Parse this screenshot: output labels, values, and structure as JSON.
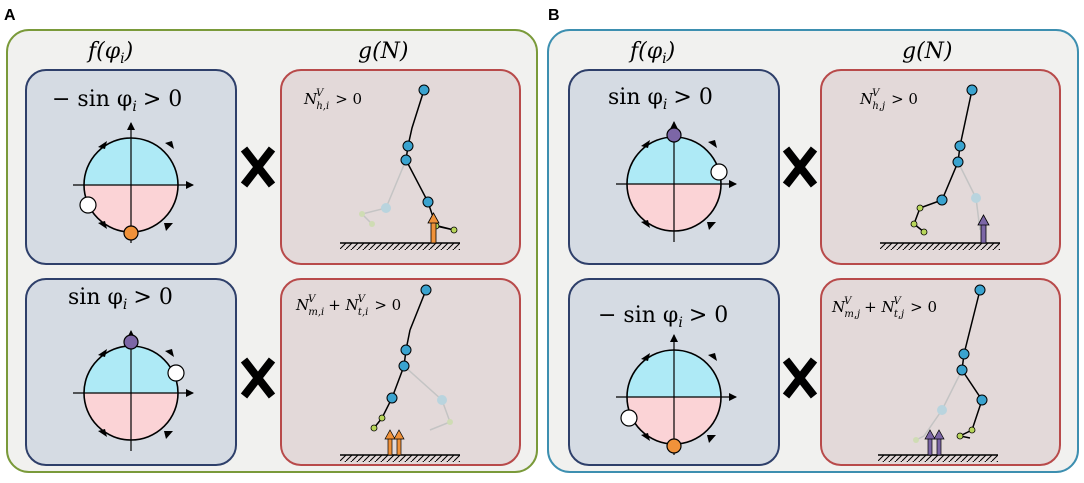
{
  "colors": {
    "outer_a_border": "#7a9a3a",
    "outer_b_border": "#3d8fb0",
    "outer_bg": "#f1f1ef",
    "phase_box_bg": "#d5dbe3",
    "phase_box_border": "#2e3f6a",
    "leg_box_bg": "#e3d9d9",
    "leg_box_border": "#b84a4a",
    "stance_fill": "#aeeaf6",
    "swing_fill": "#fbd3d6",
    "joint": "#3aa3cf",
    "orange": "#f0923a",
    "purple": "#7c66a6",
    "ghost_leg": "#bdbdbd"
  },
  "panel_a": {
    "letter": "A",
    "col_f": "f(φ",
    "col_f_sub": "i",
    "col_g": "g(N)",
    "rows": [
      {
        "phase_label": "− sin φ",
        "phase_sub": "i",
        "phase_rhs": "> 0",
        "multiply": "X",
        "force_label": "N",
        "force_sup": "V",
        "force_sub": "h,i",
        "force_rhs": "> 0"
      },
      {
        "phase_label": "sin φ",
        "phase_sub": "i",
        "phase_rhs": "> 0",
        "multiply": "X",
        "force_label": "N",
        "force_sup": "V",
        "force_sub": "m,i",
        "force_mid": "+ N",
        "force_sup2": "V",
        "force_sub2": "t,i",
        "force_rhs": "> 0"
      }
    ]
  },
  "panel_b": {
    "letter": "B",
    "col_f": "f(φ",
    "col_f_sub": "i",
    "col_g": "g(N)",
    "rows": [
      {
        "phase_label": "sin φ",
        "phase_sub": "i",
        "phase_rhs": "> 0",
        "multiply": "X",
        "force_label": "N",
        "force_sup": "V",
        "force_sub": "h,j",
        "force_rhs": "> 0"
      },
      {
        "phase_label": "− sin φ",
        "phase_sub": "i",
        "phase_rhs": "> 0",
        "multiply": "X",
        "force_label": "N",
        "force_sup": "V",
        "force_sub": "m,j",
        "force_mid": "+ N",
        "force_sup2": "V",
        "force_sub2": "t,j",
        "force_rhs": "> 0"
      }
    ]
  }
}
